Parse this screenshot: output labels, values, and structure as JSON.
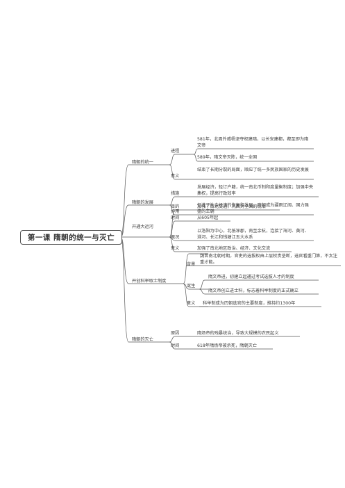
{
  "root": {
    "title": "第一课  隋朝的统一与灭亡"
  },
  "branches": [
    {
      "label": "隋朝的统一",
      "children": [
        {
          "label": "进程",
          "items": [
            "581年，北周外戚杨坚夺权建隋，以长安建都，都至即为隋文帝",
            "589年，隋文帝灭陈，统一全国"
          ]
        },
        {
          "label": "意义",
          "items": [
            "结束了长期分裂的局面，顺应了统一多民族国家的历史发展"
          ]
        }
      ]
    },
    {
      "label": "隋朝的发展",
      "children": [
        {
          "label": "措施",
          "items": [
            "发展经济，轻订户籍，统一南北币制和度量衡制度；加强中央集权，提高行政效率"
          ]
        },
        {
          "label": "作用",
          "items": [
            "促进了社会经济的恢复和发展，隋朝成为疆雨辽阔、国力强盛的王朝"
          ]
        }
      ]
    },
    {
      "label": "开通大运河",
      "children": [
        {
          "label": "目的",
          "items": [
            "加强了南北交通，巩固对全国的统治"
          ]
        },
        {
          "label": "时间",
          "items": [
            "从605年起"
          ]
        },
        {
          "label": "概况",
          "items": [
            "以洛阳为中心，北抵涿郡，南至余杭，连接了海河、黄河、淮河、长江和钱塘江五大水系"
          ]
        },
        {
          "label": "意义",
          "items": [
            "加强了南北地区政治、经济、文化交流"
          ]
        }
      ]
    },
    {
      "label": "开创科举取士制度",
      "children": [
        {
          "label": "背景",
          "items": [
            "魏晋南北朝时期，官吏的选拔权由上层权贵垄断，选官看重门第，不太注重才能。"
          ]
        },
        {
          "label": "诞生",
          "items": [
            "隋文帝进，初建立起通过考试选拔人才的制度",
            "隋文帝创立进士科，标志着科举制度的正式确立"
          ]
        },
        {
          "label": "意义",
          "items": [
            "科举制成为历朝选官的主要制度，推持约1300年"
          ]
        }
      ]
    },
    {
      "label": "隋朝的灭亡",
      "children": [
        {
          "label": "原因",
          "items": [
            "隋炀帝的残暴统治，导致大规模的农民起义"
          ]
        },
        {
          "label": "时间",
          "items": [
            "618年隋炀帝被杀死，隋朝灭亡"
          ]
        }
      ]
    }
  ]
}
